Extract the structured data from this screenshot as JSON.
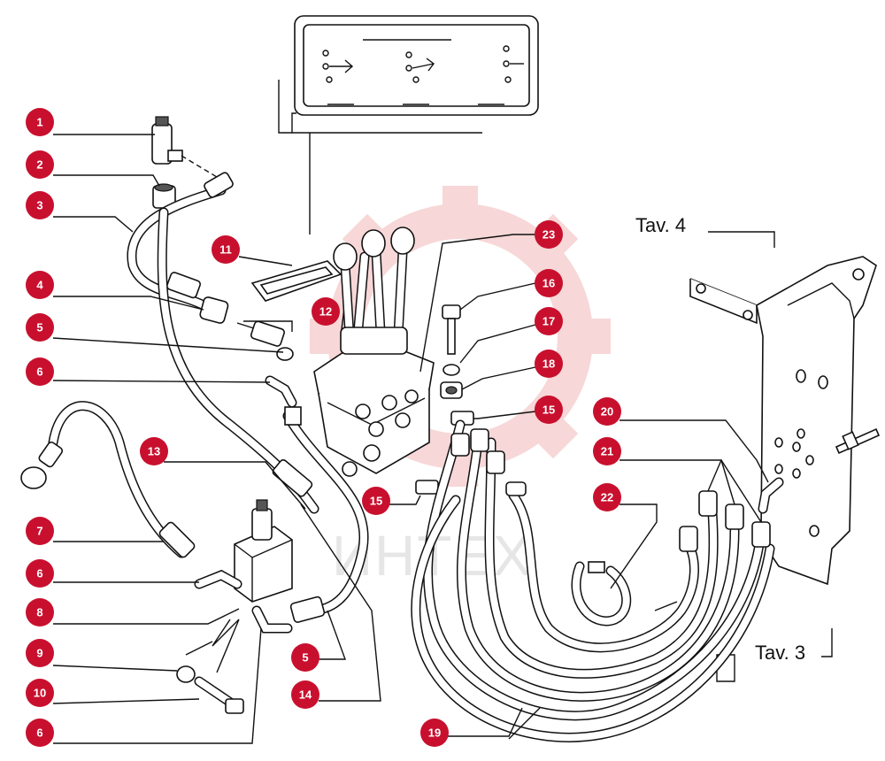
{
  "callouts": [
    {
      "id": "c1",
      "label": "1"
    },
    {
      "id": "c2",
      "label": "2"
    },
    {
      "id": "c3",
      "label": "3"
    },
    {
      "id": "c4",
      "label": "4"
    },
    {
      "id": "c5a",
      "label": "5"
    },
    {
      "id": "c6a",
      "label": "6"
    },
    {
      "id": "c7",
      "label": "7"
    },
    {
      "id": "c6b",
      "label": "6"
    },
    {
      "id": "c8",
      "label": "8"
    },
    {
      "id": "c9",
      "label": "9"
    },
    {
      "id": "c10",
      "label": "10"
    },
    {
      "id": "c6c",
      "label": "6"
    },
    {
      "id": "c11",
      "label": "11"
    },
    {
      "id": "c12",
      "label": "12"
    },
    {
      "id": "c13",
      "label": "13"
    },
    {
      "id": "c5b",
      "label": "5"
    },
    {
      "id": "c14",
      "label": "14"
    },
    {
      "id": "c15a",
      "label": "15"
    },
    {
      "id": "c19",
      "label": "19"
    },
    {
      "id": "c23",
      "label": "23"
    },
    {
      "id": "c16",
      "label": "16"
    },
    {
      "id": "c17",
      "label": "17"
    },
    {
      "id": "c18",
      "label": "18"
    },
    {
      "id": "c15b",
      "label": "15"
    },
    {
      "id": "c20",
      "label": "20"
    },
    {
      "id": "c21",
      "label": "21"
    },
    {
      "id": "c22",
      "label": "22"
    }
  ],
  "references": {
    "tav4": "Tav. 4",
    "tav3": "Tav. 3"
  },
  "watermark": "ИНТЕХ",
  "colors": {
    "callout": "#c8102e",
    "watermark": "#f2c4c4"
  }
}
